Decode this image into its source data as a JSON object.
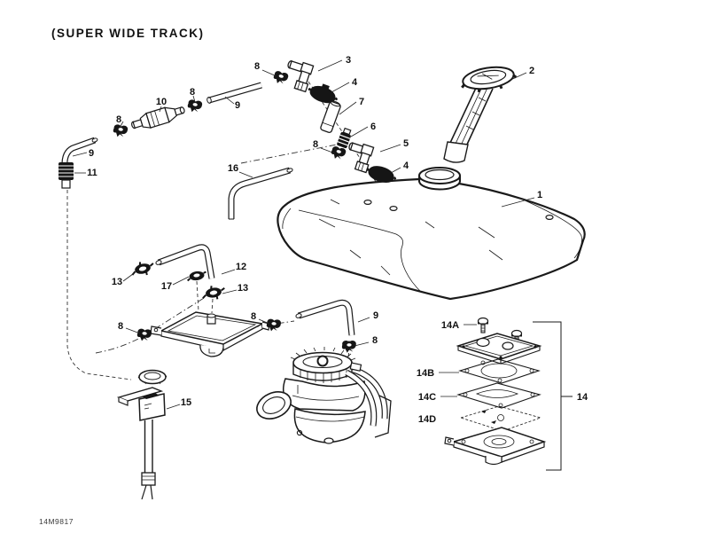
{
  "page": {
    "title": "(SUPER WIDE TRACK)",
    "doc_code": "14M9817",
    "background": "#ffffff",
    "ink": "#1a1a1a"
  },
  "diagram": {
    "description": "Exploded parts diagram: fuel tank, fuel lines, fuel valve and carburetor pump kit",
    "labels": [
      {
        "text": "3"
      },
      {
        "text": "4"
      },
      {
        "text": "7"
      },
      {
        "text": "6"
      },
      {
        "text": "8"
      },
      {
        "text": "8"
      },
      {
        "text": "5"
      },
      {
        "text": "4"
      },
      {
        "text": "2"
      },
      {
        "text": "1"
      },
      {
        "text": "8"
      },
      {
        "text": "10"
      },
      {
        "text": "8"
      },
      {
        "text": "9"
      },
      {
        "text": "9"
      },
      {
        "text": "11"
      },
      {
        "text": "16"
      },
      {
        "text": "13"
      },
      {
        "text": "17"
      },
      {
        "text": "12"
      },
      {
        "text": "13"
      },
      {
        "text": "8"
      },
      {
        "text": "8"
      },
      {
        "text": "9"
      },
      {
        "text": "8"
      },
      {
        "text": "15"
      },
      {
        "text": "14A"
      },
      {
        "text": "14B"
      },
      {
        "text": "14C"
      },
      {
        "text": "14D"
      },
      {
        "text": "14"
      }
    ]
  }
}
